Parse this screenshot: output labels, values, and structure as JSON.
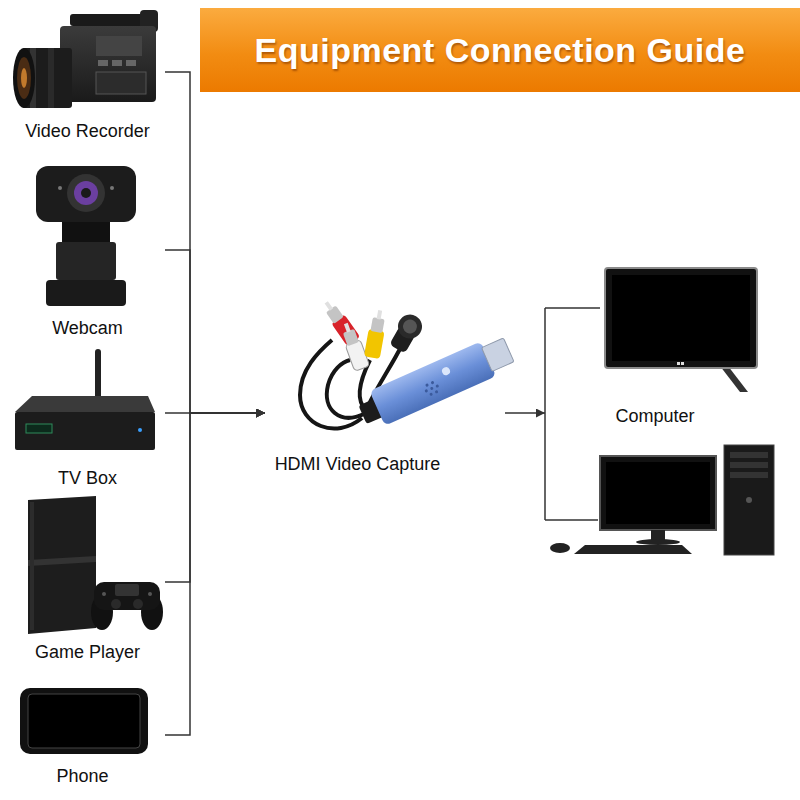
{
  "diagram": {
    "title": "Equipment Connection Guide",
    "nodes": [
      {
        "text": [
          "Video Recorder"
        ]
      },
      {
        "text": [
          "Webcam"
        ]
      },
      {
        "text": [
          "TV Box"
        ]
      },
      {
        "text": [
          "Game Player"
        ]
      },
      {
        "text": [
          "Phone"
        ]
      },
      {
        "text": [
          "HDMI Video Capture"
        ]
      },
      {
        "text": [
          "Computer"
        ]
      }
    ],
    "edges": [
      {
        "from": 0,
        "to": 5,
        "arrow": "to"
      },
      {
        "from": 1,
        "to": 5,
        "arrow": "to"
      },
      {
        "from": 2,
        "to": 5,
        "arrow": "to"
      },
      {
        "from": 3,
        "to": 5,
        "arrow": "to"
      },
      {
        "from": 4,
        "to": 5,
        "arrow": "to"
      },
      {
        "from": 5,
        "to": 6,
        "arrow": "to"
      }
    ]
  }
}
